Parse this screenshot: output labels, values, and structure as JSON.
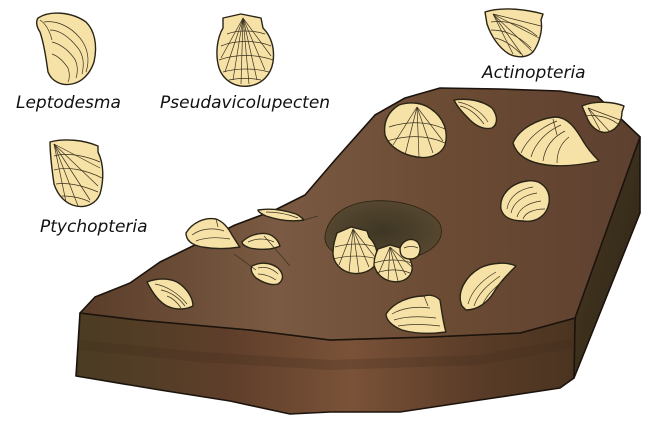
{
  "labels": {
    "leptodesma": "Leptodesma",
    "pseudavicolupecten": "Pseudavicolupecten",
    "actinopteria": "Actinopteria",
    "ptychopteria": "Ptychopteria"
  },
  "colors": {
    "shell_fill": "#f6e2a6",
    "sediment_top": "#6b4a33",
    "sediment_front": "#4a3422",
    "sediment_side": "#3a2a1c",
    "depression": "#4e4430",
    "outline": "#1b130c"
  }
}
